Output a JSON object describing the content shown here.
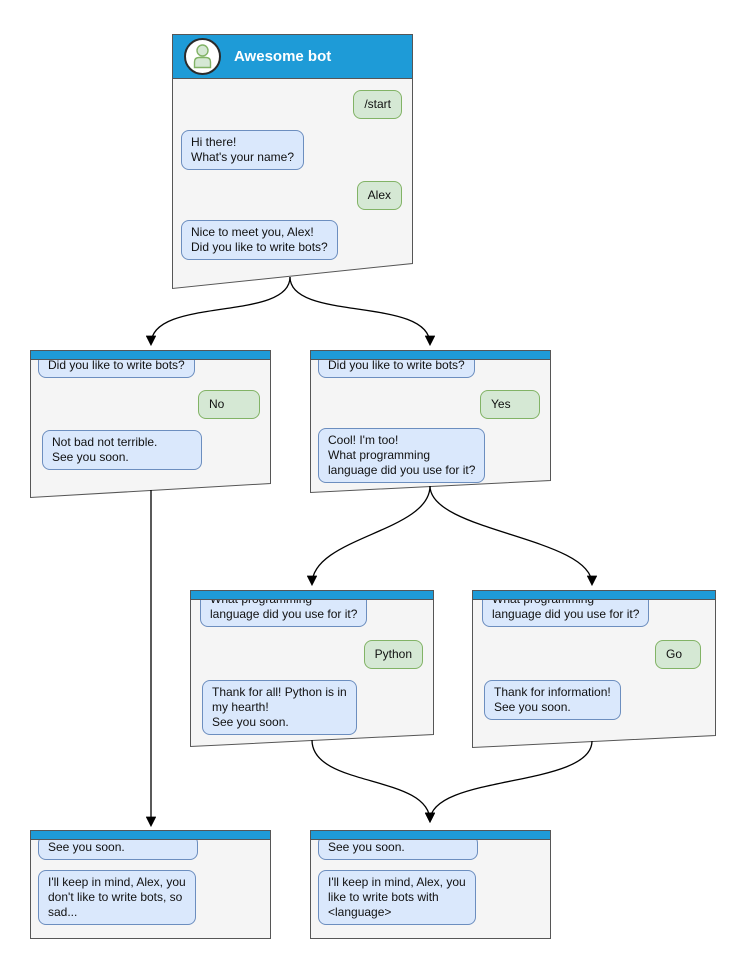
{
  "colors": {
    "header_blue": "#1E9BD7",
    "window_fill": "#F5F5F5",
    "window_border": "#565656",
    "bubble_blue_fill": "#DAE8FC",
    "bubble_blue_border": "#6C8EBF",
    "bubble_green_fill": "#D5E8D4",
    "bubble_green_border": "#82B366",
    "arrow_color": "#000000"
  },
  "windows": {
    "main": {
      "title": "Awesome bot",
      "user_start": "/start",
      "bot_greeting": "Hi there!\nWhat's your name?",
      "user_name": "Alex",
      "bot_question": "Nice to meet you, Alex!\nDid you like to write bots?"
    },
    "branch_no": {
      "question": "Did you like to write bots?",
      "user_answer": "No",
      "bot_reply": "Not bad not terrible.\nSee you soon."
    },
    "branch_yes": {
      "question": "Did you like to write bots?",
      "user_answer": "Yes",
      "bot_reply": "Cool! I'm too!\nWhat programming\nlanguage did you use for it?"
    },
    "branch_python": {
      "question": "What programming\nlanguage did you use for it?",
      "user_answer": "Python",
      "bot_reply": "Thank for all! Python is in\nmy hearth!\nSee you soon."
    },
    "branch_go": {
      "question": "What programming\nlanguage did you use for it?",
      "user_answer": "Go",
      "bot_reply": "Thank for information!\nSee you soon."
    },
    "end_no": {
      "question": "See you soon.",
      "bot_reply": "I'll keep in mind, Alex, you\ndon't like to write bots, so\nsad..."
    },
    "end_yes": {
      "question": "See you soon.",
      "bot_reply": "I'll keep in mind, Alex, you\nlike to write bots with\n<language>"
    }
  }
}
